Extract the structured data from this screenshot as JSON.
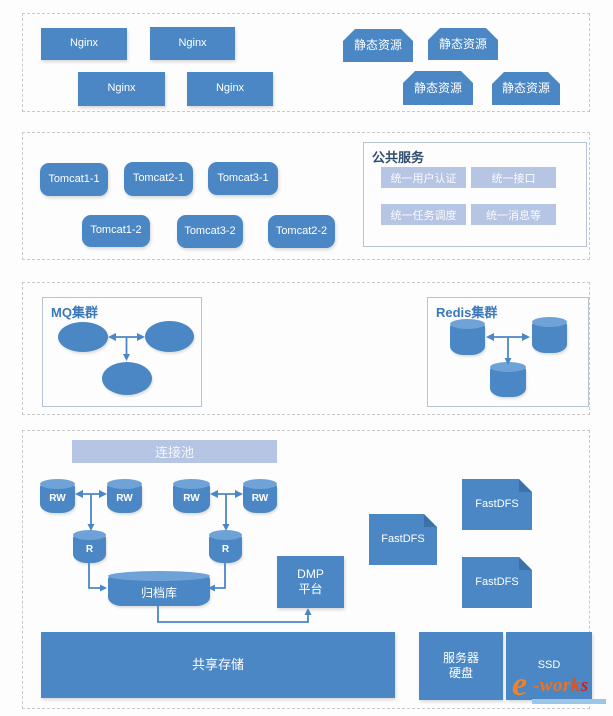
{
  "colors": {
    "node_blue": "#4a87c4",
    "cylinder_top_blue": "#6fa3d8",
    "light_periwinkle": "#b6c5e4",
    "section_border": "#c9c9c9",
    "group_title_blue": "#3a78b8",
    "services_title_navy": "#2e4d6e",
    "watermark_orange": "#f08224",
    "watermark_red": "#cf1f1f",
    "watermark_underline_blue": "#9cc6e8"
  },
  "web_tier": {
    "nginx": [
      "Nginx",
      "Nginx",
      "Nginx",
      "Nginx"
    ],
    "static": [
      "静态资源",
      "静态资源",
      "静态资源",
      "静态资源"
    ]
  },
  "app_tier": {
    "tomcats": [
      "Tomcat1-1",
      "Tomcat2-1",
      "Tomcat3-1",
      "Tomcat1-2",
      "Tomcat3-2",
      "Tomcat2-2"
    ],
    "public_services": {
      "title": "公共服务",
      "items": [
        "统一用户认证",
        "统一接口",
        "统一任务调度",
        "统一消息等"
      ]
    }
  },
  "middleware_tier": {
    "mq_title": "MQ集群",
    "redis_title": "Redis集群"
  },
  "data_tier": {
    "pool": "连接池",
    "rw": [
      "RW",
      "RW",
      "RW",
      "RW"
    ],
    "r": [
      "R",
      "R"
    ],
    "archive": "归档库",
    "dmp_line1": "DMP",
    "dmp_line2": "平台",
    "fastdfs": [
      "FastDFS",
      "FastDFS",
      "FastDFS"
    ],
    "shared_storage": "共享存储",
    "server_disk_line1": "服务器",
    "server_disk_line2": "硬盘",
    "ssd": "SSD"
  },
  "watermark": {
    "e": "e",
    "part1": "-wor",
    "part2": "k",
    "part3": "s"
  }
}
